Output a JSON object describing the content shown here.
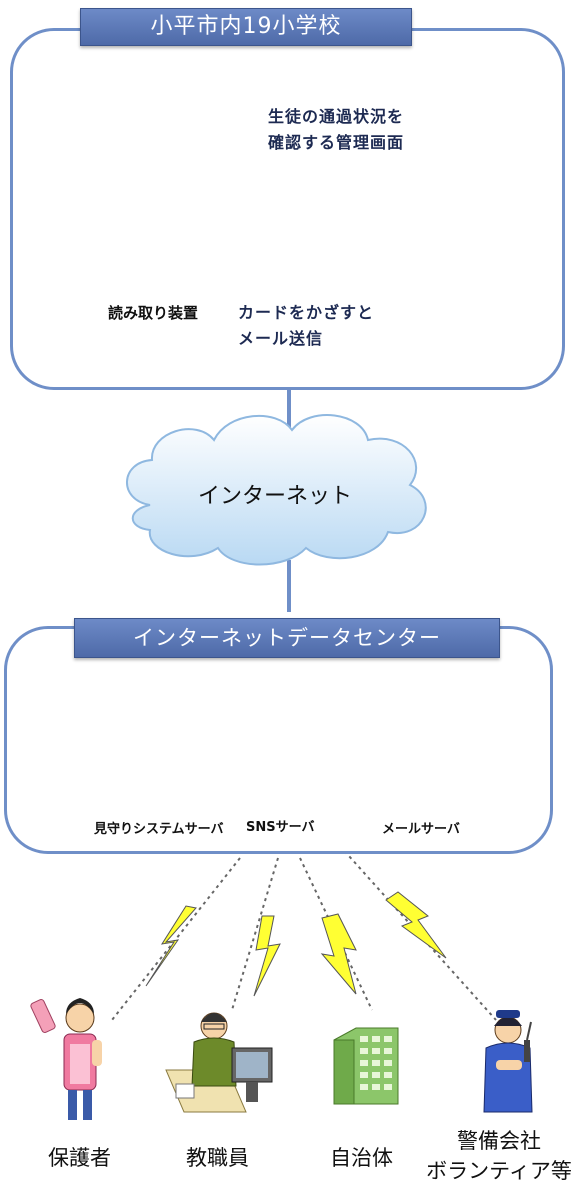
{
  "school": {
    "title": "小平市内19小学校",
    "callout_admin": [
      "生徒の通過状況を",
      "確認する管理画面"
    ],
    "reader_label": "読み取り装置",
    "callout_card": [
      "カードをかざすと",
      "メール送信"
    ]
  },
  "internet": {
    "label": "インターネット"
  },
  "datacenter": {
    "title": "インターネットデータセンター",
    "servers": [
      {
        "label": "見守りシステムサーバ",
        "icon": "database-server-icon"
      },
      {
        "label": "SNSサーバ",
        "icon": "database-server-icon"
      },
      {
        "label": "メールサーバ",
        "icon": "mail-server-icon"
      }
    ]
  },
  "recipients": [
    {
      "label": "保護者",
      "icon": "parent-with-phone-icon"
    },
    {
      "label": "教職員",
      "icon": "staff-at-computer-icon"
    },
    {
      "label": "自治体",
      "icon": "municipal-building-icon"
    },
    {
      "label": "警備会社",
      "label2": "ボランティア等",
      "icon": "security-guard-icon"
    }
  ],
  "colors": {
    "frame": "#6f8fc8",
    "banner": "#5b78b8",
    "lightning": "#ffff33",
    "cloud": "#cfe6f8"
  }
}
